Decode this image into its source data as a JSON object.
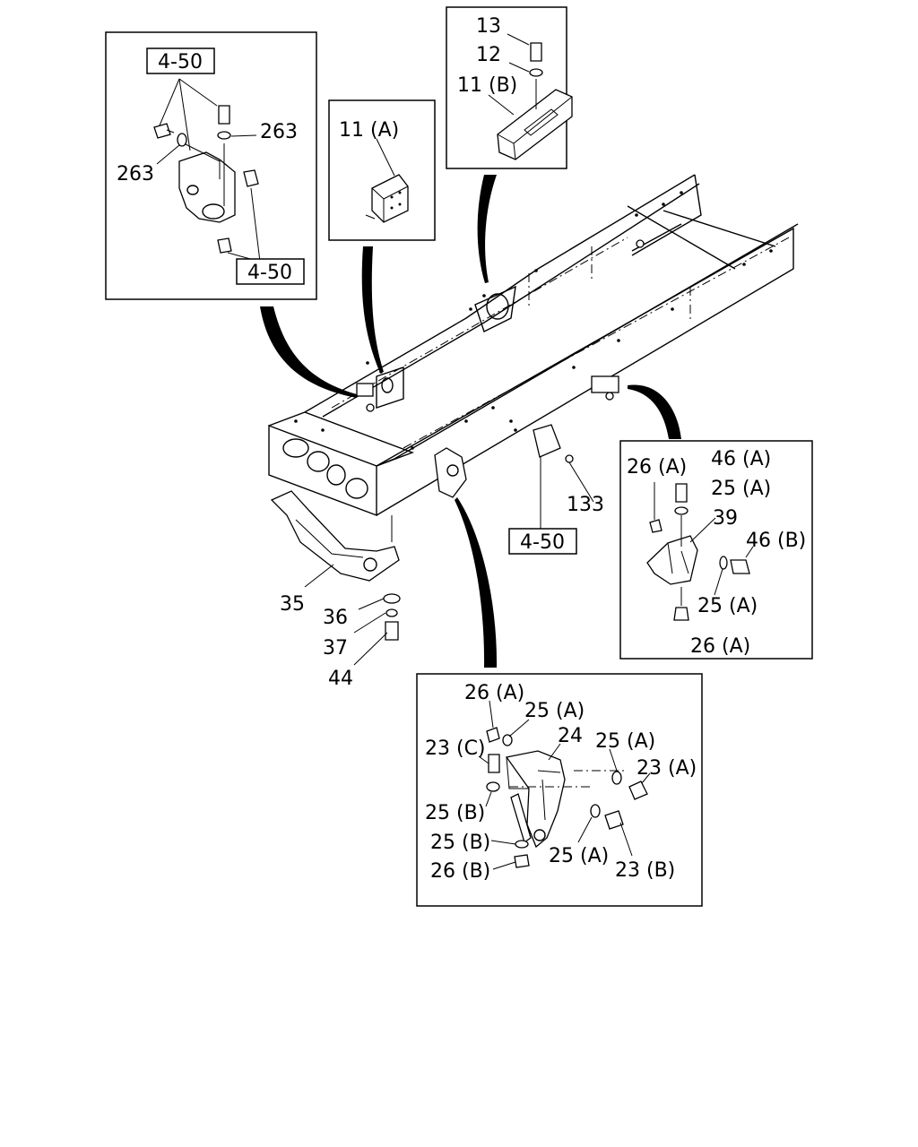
{
  "diagram": {
    "labels": {
      "l263a": "263",
      "l263b": "263",
      "ref_tl_top": "4-50",
      "ref_tl_bot": "4-50",
      "l11a": "11 (A)",
      "l13": "13",
      "l12": "12",
      "l11b": "11 (B)",
      "l133": "133",
      "ref_mid": "4-50",
      "l35": "35",
      "l36": "36",
      "l37": "37",
      "l44": "44",
      "r26a_top": "26 (A)",
      "r46a": "46 (A)",
      "r25a_top": "25 (A)",
      "r39": "39",
      "r46b": "46 (B)",
      "r25a_bot": "25 (A)",
      "r26a_bot": "26 (A)",
      "b26a": "26 (A)",
      "b25a_1": "25 (A)",
      "b23c": "23 (C)",
      "b24": "24",
      "b25a_2": "25 (A)",
      "b23a": "23 (A)",
      "b25b_1": "25 (B)",
      "b25b_2": "25 (B)",
      "b25a_3": "25 (A)",
      "b26b": "26 (B)",
      "b23b": "23 (B)"
    }
  }
}
